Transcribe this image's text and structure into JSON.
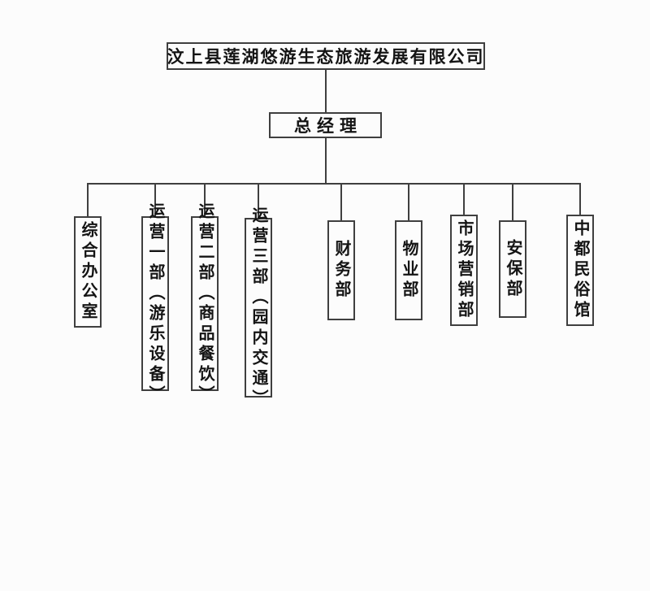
{
  "org_chart": {
    "type": "org-tree",
    "root": {
      "label": "汶上县莲湖悠游生态旅游发展有限公司"
    },
    "manager": {
      "label": "总经理"
    },
    "departments": [
      {
        "label": "综合办公室"
      },
      {
        "label": "运营一部（游乐设备）"
      },
      {
        "label": "运营二部（商品餐饮）"
      },
      {
        "label": "运营三部（园内交通）"
      },
      {
        "label": "财务部"
      },
      {
        "label": "物业部"
      },
      {
        "label": "市场营销部"
      },
      {
        "label": "安保部"
      },
      {
        "label": "中都民俗馆"
      }
    ],
    "colors": {
      "line": "#3f3f3f",
      "background": "#fcfcfc",
      "text": "#141414"
    }
  }
}
